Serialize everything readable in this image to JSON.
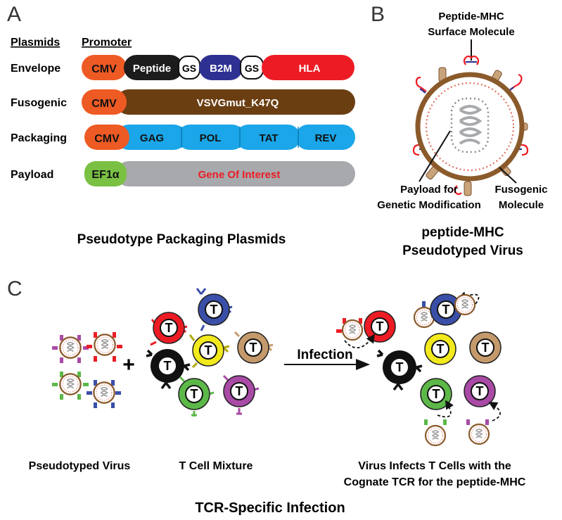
{
  "panel_letters": {
    "a": "A",
    "b": "B",
    "c": "C"
  },
  "panel_a": {
    "col_plasmids": "Plasmids",
    "col_promoter": "Promoter",
    "rows": [
      {
        "name": "Envelope",
        "promoter": "CMV",
        "segments": [
          "Peptide",
          "GS",
          "B2M",
          "GS",
          "HLA"
        ]
      },
      {
        "name": "Fusogenic",
        "promoter": "CMV",
        "segments": [
          "VSVGmut_K47Q"
        ]
      },
      {
        "name": "Packaging",
        "promoter": "CMV",
        "segments": [
          "GAG",
          "POL",
          "TAT",
          "REV"
        ]
      },
      {
        "name": "Payload",
        "promoter": "EF1α",
        "segments": [
          "Gene Of Interest"
        ]
      }
    ],
    "caption": "Pseudotype Packaging Plasmids"
  },
  "panel_b": {
    "label_pmhc_1": "Peptide-MHC",
    "label_pmhc_2": "Surface Molecule",
    "label_payload_1": "Payload for",
    "label_payload_2": "Genetic Modification",
    "label_fuso_1": "Fusogenic",
    "label_fuso_2": "Molecule",
    "caption_1": "peptide-MHC",
    "caption_2": "Pseudotyped Virus"
  },
  "panel_c": {
    "plus": "+",
    "tcell_letter": "T",
    "arrow_label": "Infection",
    "label_virus": "Pseudotyped Virus",
    "label_mixture": "T Cell Mixture",
    "label_result_1": "Virus Infects T Cells with the",
    "label_result_2": "Cognate TCR for the peptide-MHC",
    "caption": "TCR-Specific Infection"
  },
  "colors": {
    "cmv": "#ee5a24",
    "ef1a": "#7ac143",
    "peptide": "#1c1c1c",
    "b2m": "#2e3192",
    "hla": "#ed1c24",
    "vsvg": "#6b3e12",
    "packaging": "#1aa6e8",
    "goi": "#a7a9ac",
    "goi_text": "#ed1c24",
    "virus_shell": "#8b5a2b",
    "spike": "#c9a37a",
    "t_red": "#ed1c24",
    "t_blue": "#3a4fa8",
    "t_yellow": "#f2ea1d",
    "t_tan": "#c49a6c",
    "t_black": "#111111",
    "t_green": "#5cb848",
    "t_purple": "#a94aa6"
  }
}
